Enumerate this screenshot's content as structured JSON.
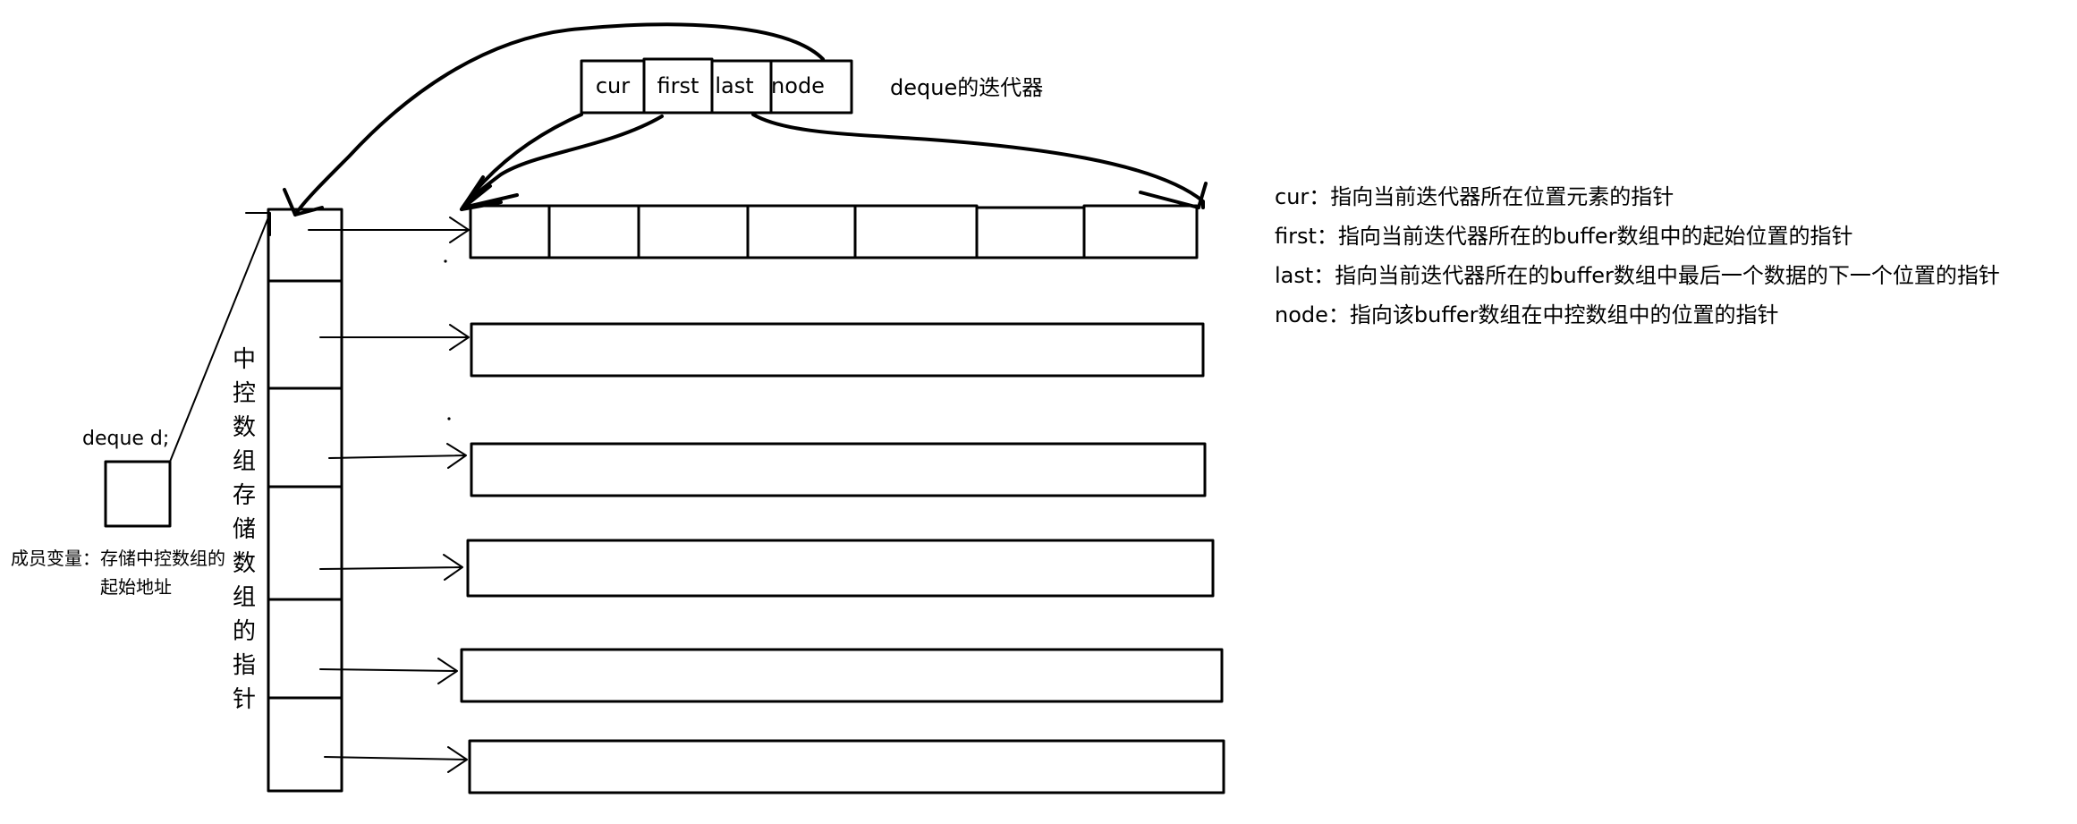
{
  "iterator": {
    "fields": [
      "cur",
      "first",
      "last",
      "node"
    ],
    "caption": "deque的迭代器"
  },
  "deque_object": {
    "label": "deque d;",
    "note_line1": "成员变量：存储中控数组的",
    "note_line2": "起始地址"
  },
  "map_array": {
    "vertical_label": [
      "中",
      "控",
      "数",
      "组",
      "存",
      "储",
      "数",
      "组",
      "的",
      "指",
      "针"
    ],
    "cell_count": 6
  },
  "buffers": {
    "count": 6,
    "first_buffer_cells": 7
  },
  "legend": [
    "cur：指向当前迭代器所在位置元素的指针",
    "first：指向当前迭代器所在的buffer数组中的起始位置的指针",
    "last：指向当前迭代器所在的buffer数组中最后一个数据的下一个位置的指针",
    "node：指向该buffer数组在中控数组中的位置的指针"
  ]
}
